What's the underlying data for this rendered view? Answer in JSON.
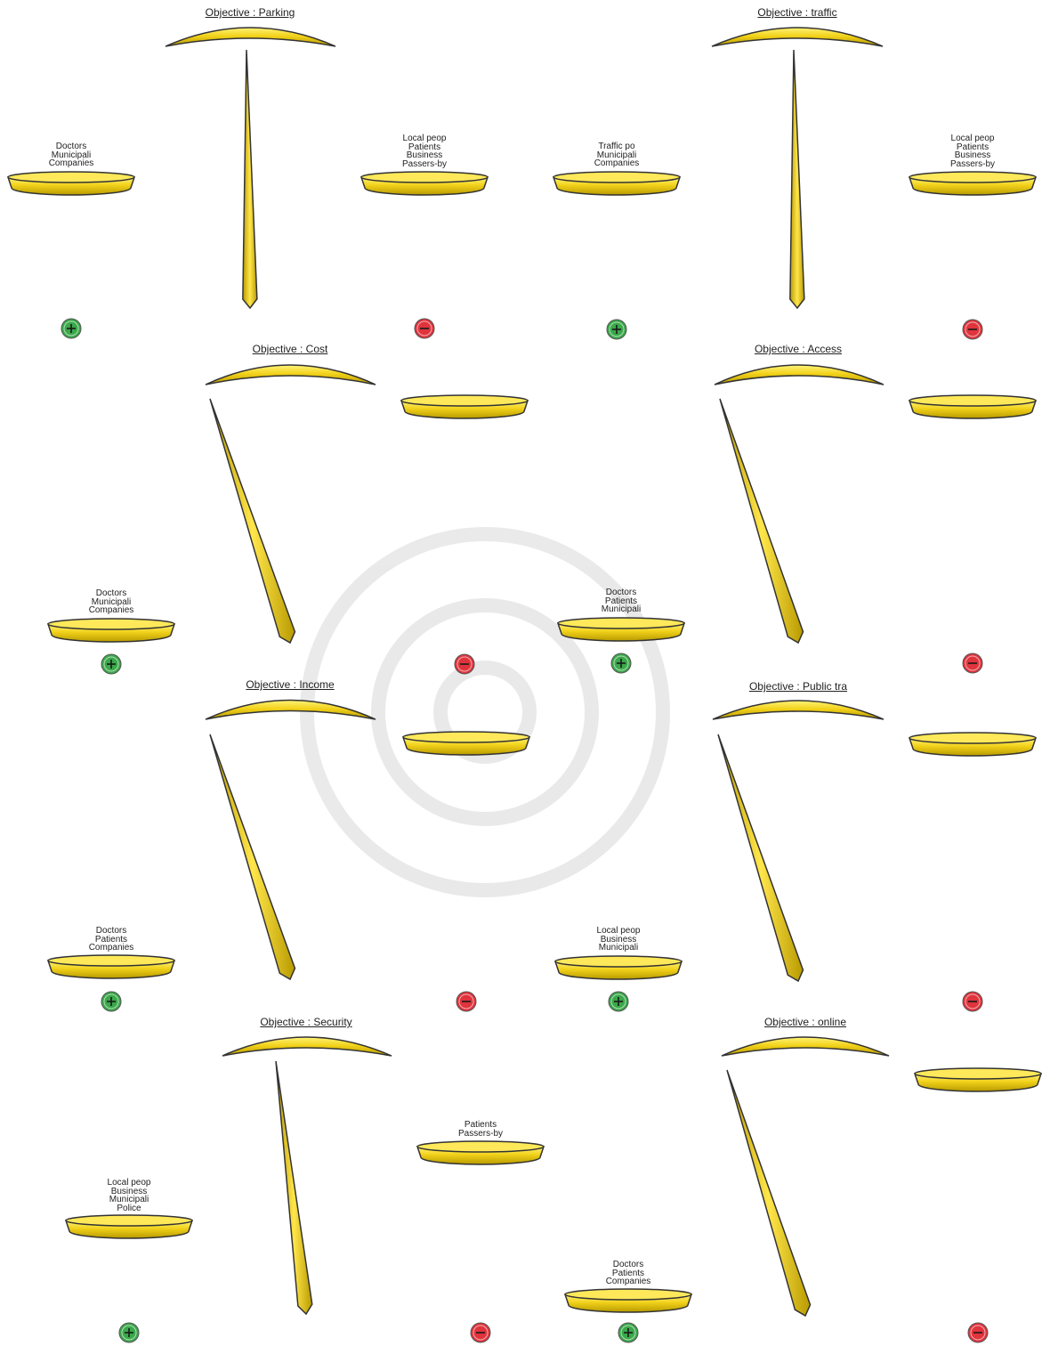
{
  "colors": {
    "gold": "#f2d21a",
    "gold_dark": "#b89a00",
    "outline": "#333333",
    "plus": "#3aa84a",
    "minus": "#e0343d"
  },
  "icons": {
    "plus": "plus-circle-icon",
    "minus": "minus-circle-icon"
  },
  "scales": [
    {
      "title": "Objective : Parking",
      "tilt": "balanced",
      "left_stakeholders": [
        "Doctors",
        "Municipali",
        "Companies"
      ],
      "right_stakeholders": [
        "Local peop",
        "Patients",
        "Business",
        "Passers-by"
      ]
    },
    {
      "title": "Objective : traffic",
      "tilt": "balanced",
      "left_stakeholders": [
        "Traffic po",
        "Municipali",
        "Companies"
      ],
      "right_stakeholders": [
        "Local peop",
        "Patients",
        "Business",
        "Passers-by"
      ]
    },
    {
      "title": "Objective : Cost",
      "tilt": "left-heavy",
      "left_stakeholders": [
        "Doctors",
        "Municipali",
        "Companies"
      ],
      "right_stakeholders": []
    },
    {
      "title": "Objective : Access",
      "tilt": "left-heavy",
      "left_stakeholders": [
        "Doctors",
        "Patients",
        "Municipali"
      ],
      "right_stakeholders": []
    },
    {
      "title": "Objective : Income",
      "tilt": "left-heavy",
      "left_stakeholders": [
        "Doctors",
        "Patients",
        "Companies"
      ],
      "right_stakeholders": []
    },
    {
      "title": "Objective : Public tra",
      "tilt": "left-heavy",
      "left_stakeholders": [
        "Local peop",
        "Business",
        "Municipali"
      ],
      "right_stakeholders": []
    },
    {
      "title": "Objective : Security",
      "tilt": "left-heavy",
      "left_stakeholders": [
        "Local peop",
        "Business",
        "Municipali",
        "Police"
      ],
      "right_stakeholders": [
        "Patients",
        "Passers-by"
      ]
    },
    {
      "title": "Objective : online",
      "tilt": "left-heavy",
      "left_stakeholders": [
        "Doctors",
        "Patients",
        "Companies"
      ],
      "right_stakeholders": []
    }
  ]
}
